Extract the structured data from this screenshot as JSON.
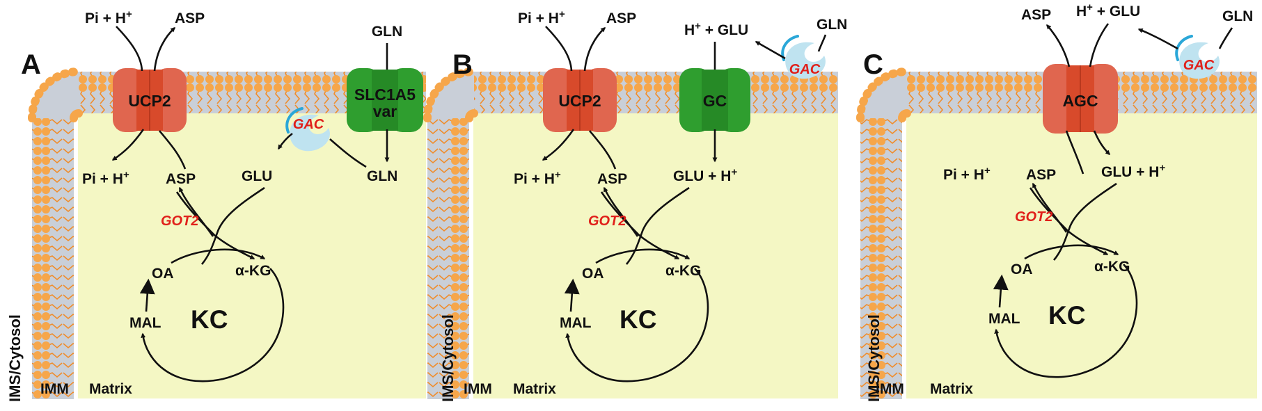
{
  "colors": {
    "matrix": "#f4f7c4",
    "bilayer_core": "#c9cfd8",
    "lipid_head": "#f6a64a",
    "ucp_agc": "#e0664f",
    "ucp_agc_center": "#d84a2b",
    "transporter_green": "#2f9e2f",
    "gac": "#bfe3f0",
    "gac_edge": "#2aa7d8",
    "enzyme_text": "#e0201a"
  },
  "icons": [
    "lipid-bilayer-icon",
    "transporter-icon",
    "gac-enzyme-icon"
  ],
  "panels": [
    {
      "letter": "A",
      "side_label": "IMS/Cytosol",
      "imm_label": "IMM",
      "matrix_label": "Matrix",
      "cycle_label": "KC",
      "oa": "OA",
      "akg": "α-KG",
      "mal": "MAL",
      "enzyme": "GOT2",
      "gac": "GAC",
      "transporter1": "UCP2",
      "transporter2_line1": "SLC1A5",
      "transporter2_line2": "var",
      "top1": "Pi + H",
      "top1_sup": "+",
      "top2": "ASP",
      "top3": "GLN",
      "bot1": "Pi + H",
      "bot1_sup": "+",
      "bot2": "ASP",
      "bot3": "GLU",
      "bot4": "GLN"
    },
    {
      "letter": "B",
      "side_label": "IMS/Cytosol",
      "imm_label": "IMM",
      "matrix_label": "Matrix",
      "cycle_label": "KC",
      "oa": "OA",
      "akg": "α-KG",
      "mal": "MAL",
      "enzyme": "GOT2",
      "gac": "GAC",
      "transporter1": "UCP2",
      "transporter2": "GC",
      "top1": "Pi + H",
      "top1_sup": "+",
      "top2": "ASP",
      "top3_pre": "H",
      "top3_sup": "+",
      "top3_post": " + GLU",
      "top4": "GLN",
      "bot1": "Pi + H",
      "bot1_sup": "+",
      "bot2": "ASP",
      "bot3": "GLU + H",
      "bot3_sup": "+"
    },
    {
      "letter": "C",
      "side_label": "IMS/Cytosol",
      "imm_label": "IMM",
      "matrix_label": "Matrix",
      "cycle_label": "KC",
      "oa": "OA",
      "akg": "α-KG",
      "mal": "MAL",
      "enzyme": "GOT2",
      "gac": "GAC",
      "transporter1": "AGC",
      "top1": "ASP",
      "top2_pre": "H",
      "top2_sup": "+",
      "top2_post": " + GLU",
      "top3": "GLN",
      "bot1": "Pi + H",
      "bot1_sup": "+",
      "bot2": "ASP",
      "bot3": "GLU + H",
      "bot3_sup": "+"
    }
  ]
}
